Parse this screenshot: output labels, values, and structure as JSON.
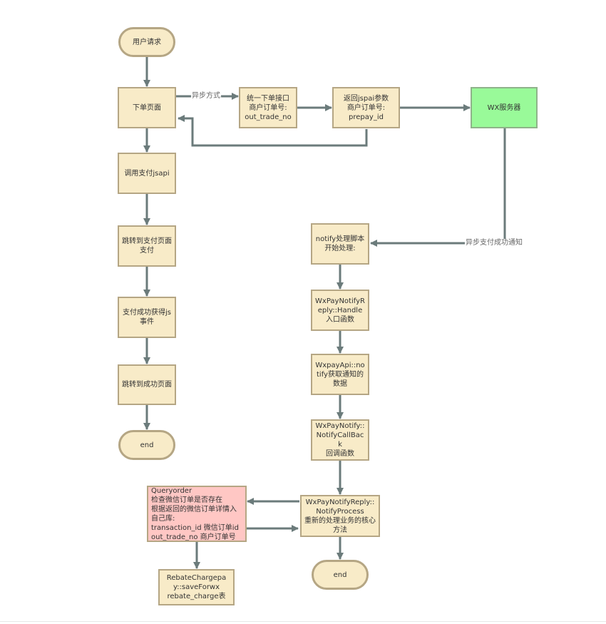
{
  "nodes": {
    "user_request": "用户请求",
    "order_page": "下单页面",
    "unified_order": "统一下单接口\n商户订单号:\nout_trade_no",
    "return_jsapi": "返回jspai参数\n商户订单号:\nprepay_id",
    "wx_server": "WX服务器",
    "call_jsapi": "调用支付jsapi",
    "goto_pay": "跳转到支付页面支付",
    "pay_success_event": "支付成功获得js事件",
    "goto_success": "跳转到成功页面",
    "end_left": "end",
    "notify_start": "notify处理脚本开始处理:",
    "wxpay_handle": "WxPayNotifyReply::Handle入口函数",
    "wxpayapi_notify": "WxpayApi::notify获取通知的数据",
    "notify_callback": "WxPayNotify::NotifyCallBack\n回调函数",
    "notify_process": "WxPayNotifyReply::NotifyProcess\n重新的处理业务的核心方法",
    "query_order": "Queryorder\n检查微信订单是否存在\n根据返回的微信订单详情入自己库:\ntransaction_id 微信订单id\nout_trade_no 商户订单号",
    "rebate_save": "RebateChargepay::saveForwx\nrebate_charge表",
    "end_right": "end"
  },
  "edge_labels": {
    "async_mode": "异步方式",
    "async_notify": "异步支付成功通知"
  },
  "colors": {
    "node_fill": "#f8ebc8",
    "node_border": "#b5a684",
    "server_fill": "#99fa99",
    "query_fill": "#ffc7c4",
    "arrow": "#6b7b7b"
  }
}
